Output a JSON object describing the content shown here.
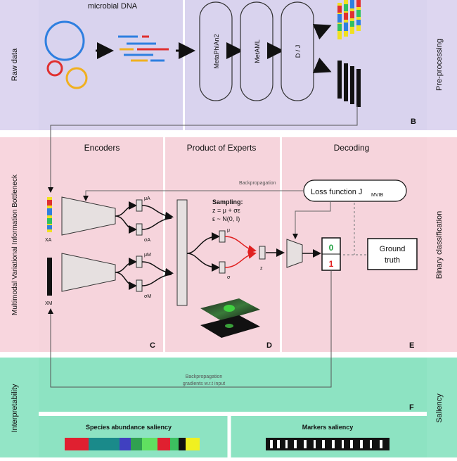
{
  "left_labels": {
    "raw_data": "Raw data",
    "mvib": "Multimodal Variational Information Bottleneck",
    "interpretability": "Interpretability"
  },
  "right_labels": {
    "preprocessing": "Pre-processing",
    "binary": "Binary classification",
    "saliency": "Saliency"
  },
  "top": {
    "microbial_dna": "microbial DNA",
    "tools": [
      "MetaPhlAn2",
      "MetAML",
      "D / J"
    ],
    "panel_letter": "B"
  },
  "middle": {
    "encoders": "Encoders",
    "poe": "Product of Experts",
    "decoding": "Decoding",
    "backprop": "Backpropagation",
    "loss": "Loss function J",
    "loss_sub": "MVIB",
    "sampling": [
      "Sampling:",
      "z = μ + σε",
      "ε ~ N(0, I)"
    ],
    "mu_a": "μA",
    "sigma_a": "σA",
    "mu_m": "μM",
    "sigma_m": "σM",
    "mu": "μ",
    "sigma": "σ",
    "z": "z",
    "xa": "XA",
    "xm": "XM",
    "out0": "0",
    "out1": "1",
    "ground_truth": [
      "Ground",
      "truth"
    ],
    "letters": [
      "C",
      "D",
      "E"
    ]
  },
  "bottom": {
    "backprop": [
      "Backpropagation",
      "gradients w.r.t input"
    ],
    "letter": "F",
    "species": "Species abundance saliency",
    "markers": "Markers saliency"
  },
  "colors": {
    "purple": "#d9d3ee",
    "pink": "#f6d4dc",
    "green": "#8de3c2",
    "side_purple": "#ddd6f0",
    "side_pink": "#f8d6de",
    "side_green": "#93e5c6"
  }
}
